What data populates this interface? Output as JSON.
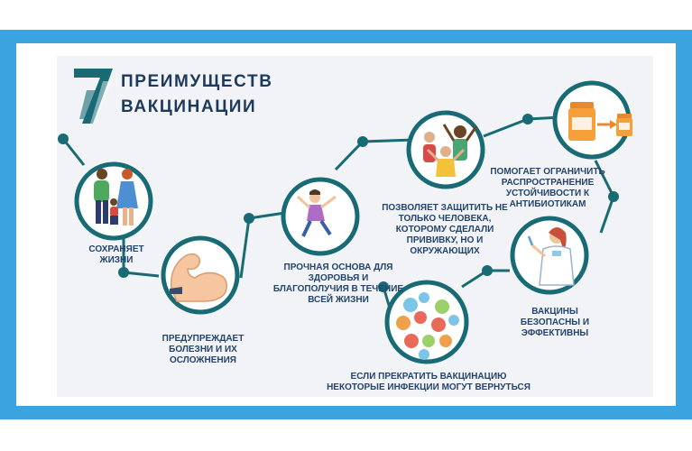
{
  "header": {
    "number": "7",
    "title_line1": "ПРЕИМУЩЕСТВ",
    "title_line2": "ВАКЦИНАЦИИ"
  },
  "colors": {
    "frame": "#3ba3de",
    "teal": "#186b74",
    "navy": "#24446b"
  },
  "benefits": [
    {
      "icon": "family-icon",
      "text": "СОХРАНЯЕТ\nЖИЗНИ"
    },
    {
      "icon": "flexed-arm-icon",
      "text": "ПРЕДУПРЕЖДАЕТ\nБОЛЕЗНИ И ИХ\nОСЛОЖНЕНИЯ"
    },
    {
      "icon": "jumping-child-icon",
      "text": "ПРОЧНАЯ ОСНОВА ДЛЯ\nЗДОРОВЬЯ И\nБЛАГОПОЛУЧИЯ В ТЕЧЕНИЕ\nВСЕЙ ЖИЗНИ"
    },
    {
      "icon": "happy-people-icon",
      "text": "ПОЗВОЛЯЕТ ЗАЩИТИТЬ НЕ\nТОЛЬКО ЧЕЛОВЕКА,\nКОТОРОМУ СДЕЛАЛИ\nПРИВИВКУ, НО И\nОКРУЖАЮЩИХ"
    },
    {
      "icon": "medicine-jars-icon",
      "text": "ПОМОГАЕТ ОГРАНИЧИТЬ\nРАСПРОСТРАНЕНИЕ\nУСТОЙЧИВОСТИ К\nАНТИБИОТИКАМ"
    },
    {
      "icon": "doctor-icon",
      "text": "ВАКЦИНЫ\nБЕЗОПАСНЫ И\nЭФФЕКТИВНЫ"
    },
    {
      "icon": "germs-icon",
      "text": "ЕСЛИ ПРЕКРАТИТЬ ВАКЦИНАЦИЮ\nНЕКОТОРЫЕ ИНФЕКЦИИ МОГУТ ВЕРНУТЬСЯ"
    }
  ]
}
